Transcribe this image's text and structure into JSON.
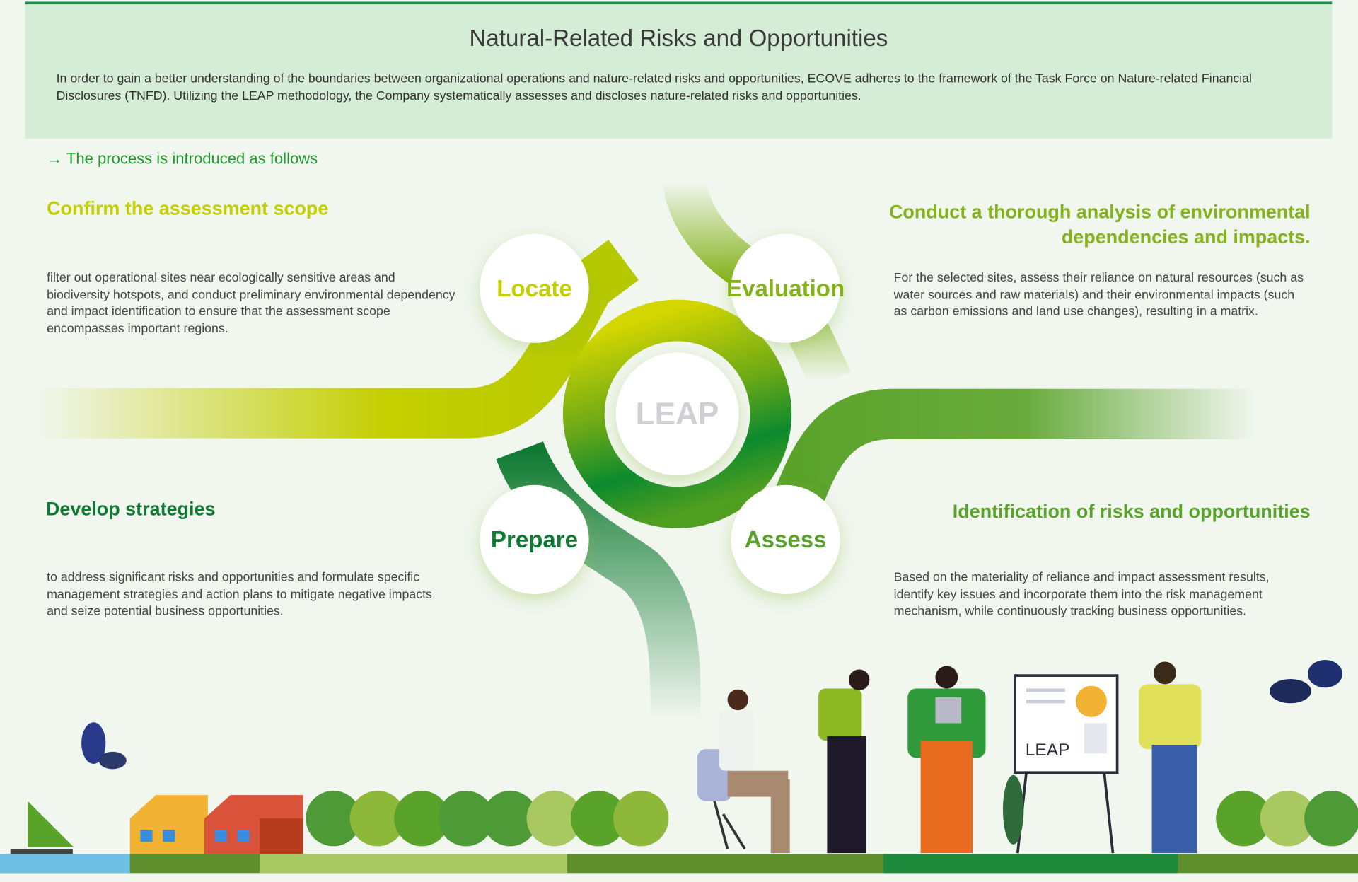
{
  "header": {
    "title": "Natural-Related Risks and Opportunities",
    "intro": "In order to gain a better understanding of the boundaries between organizational operations and nature-related risks and opportunities, ECOVE adheres to the framework of the Task Force on Nature-related Financial Disclosures (TNFD). Utilizing the LEAP methodology, the Company systematically assesses and discloses nature-related risks and opportunities."
  },
  "process_label": "→ The process is introduced as follows",
  "center_label": "LEAP",
  "steps": {
    "locate": {
      "label": "Locate",
      "heading": "Confirm the assessment scope",
      "text": "filter out operational sites near ecologically sensitive areas and biodiversity hotspots, and conduct preliminary environmental dependency and impact identification to ensure that the assessment scope encompasses important regions."
    },
    "evaluate": {
      "label": "Evaluation",
      "heading": "Conduct a thorough analysis of environmental dependencies and impacts.",
      "text": "For the selected sites, assess their reliance on natural resources (such as water sources and raw materials) and their environmental impacts (such as carbon emissions and land use changes), resulting in a matrix."
    },
    "assess": {
      "label": "Assess",
      "heading": "Identification of risks and opportunities",
      "text": "Based on the materiality of reliance and impact assessment results, identify key issues and incorporate them into the risk management mechanism, while continuously tracking business opportunities."
    },
    "prepare": {
      "label": "Prepare",
      "heading": "Develop strategies",
      "text": "to address significant risks and opportunities and formulate specific management strategies and action plans to mitigate negative impacts and seize potential business opportunities."
    }
  },
  "board_label": "LEAP",
  "colors": {
    "locate": "#c3cf00",
    "evaluate": "#84b21a",
    "assess": "#5aa32a",
    "prepare": "#0f7a32"
  }
}
